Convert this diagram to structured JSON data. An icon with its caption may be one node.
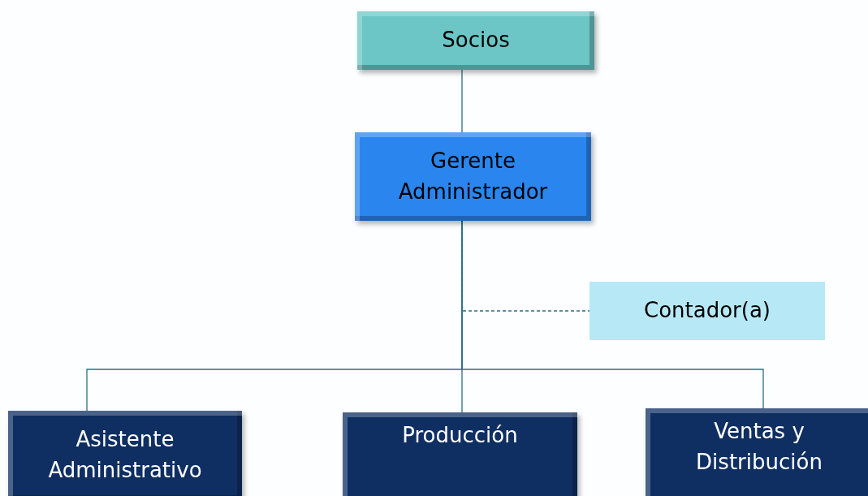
{
  "diagram": {
    "nodes": [
      {
        "text": [
          "Socios"
        ]
      },
      {
        "text": [
          "Gerente Administrador"
        ]
      },
      {
        "text": [
          "Contador(a)"
        ]
      },
      {
        "text": [
          "Asistente Administrativo"
        ]
      },
      {
        "text": [
          "Producción"
        ]
      },
      {
        "text": [
          "Ventas y Distribución"
        ]
      }
    ],
    "edges": [
      {
        "from": 0,
        "to": 1,
        "arrow": "none"
      },
      {
        "from": 1,
        "to": 2,
        "arrow": "none",
        "style": "dashed"
      },
      {
        "from": 1,
        "to": 3,
        "arrow": "none"
      },
      {
        "from": 1,
        "to": 4,
        "arrow": "none"
      },
      {
        "from": 1,
        "to": 5,
        "arrow": "none"
      }
    ]
  }
}
